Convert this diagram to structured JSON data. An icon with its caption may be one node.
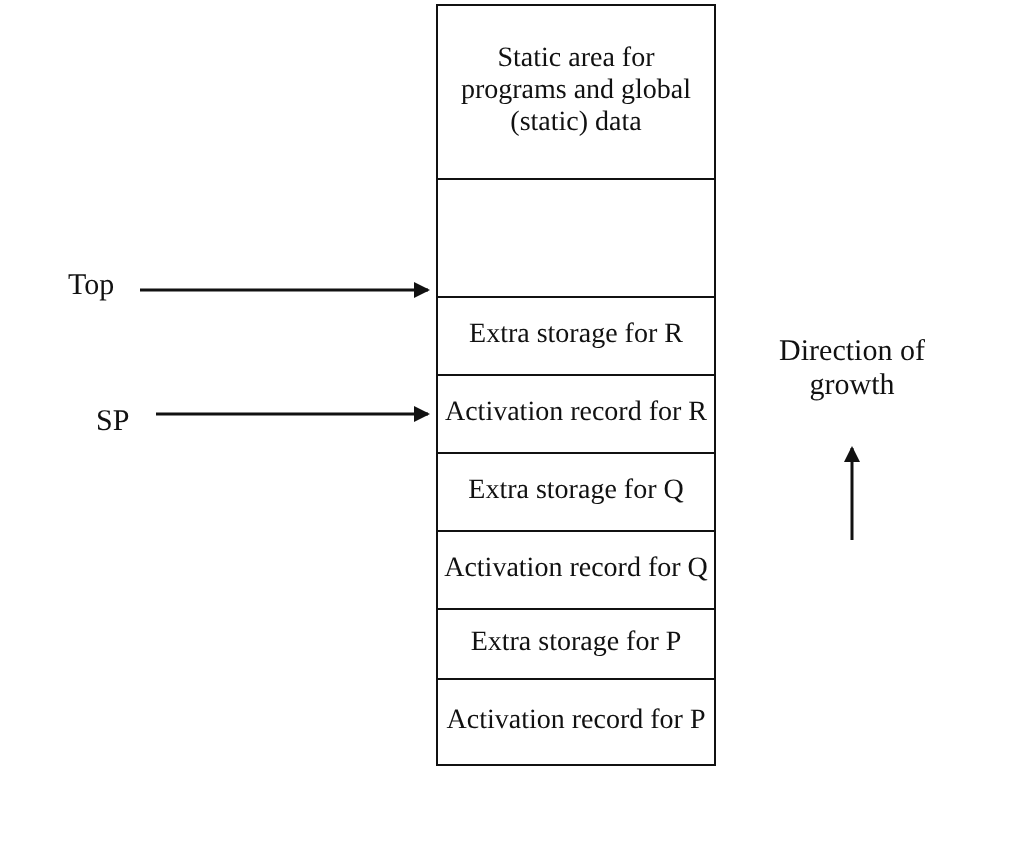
{
  "diagram": {
    "nodes": [
      {
        "text": [
          "Static area for programs and global (static) data"
        ]
      },
      {
        "text": [],
        "shape": "box"
      },
      {
        "text": [
          "Extra storage for R"
        ]
      },
      {
        "text": [
          "Activation record for R"
        ]
      },
      {
        "text": [
          "Extra storage for Q"
        ]
      },
      {
        "text": [
          "Activation record for Q"
        ]
      },
      {
        "text": [
          "Extra storage for P"
        ]
      },
      {
        "text": [
          "Activation record for P"
        ]
      },
      {
        "text": [
          "Top"
        ]
      },
      {
        "text": [
          "SP"
        ]
      }
    ],
    "edges": [
      {
        "from": 8,
        "to": 2,
        "arrow": "to"
      },
      {
        "from": 9,
        "to": 3,
        "arrow": "to"
      }
    ],
    "labels": [
      "Direction of growth"
    ]
  }
}
